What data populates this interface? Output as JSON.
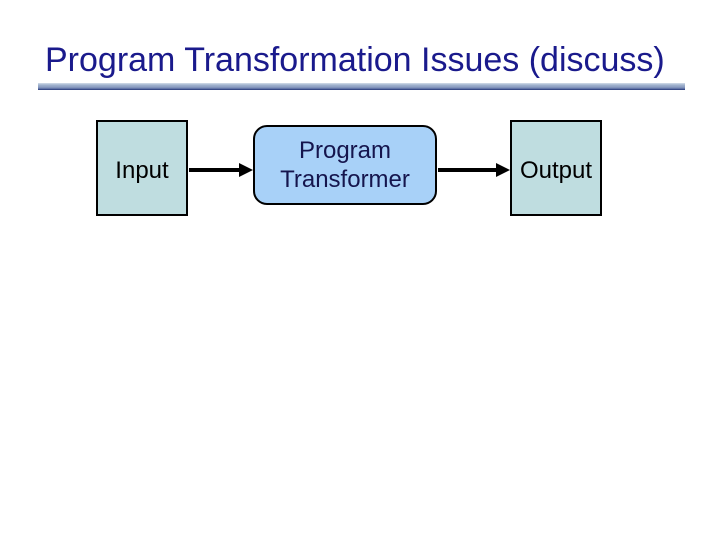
{
  "slide": {
    "title": "Program Transformation Issues (discuss)"
  },
  "diagram": {
    "input_label": "Input",
    "transformer_label_line1": "Program",
    "transformer_label_line2": "Transformer",
    "output_label": "Output"
  },
  "colors": {
    "background": "#ffffff",
    "title_text": "#1a1a8c",
    "rule_top": "#d4deea",
    "rule_mid1": "#9fb1cd",
    "rule_mid2": "#8a9cc0",
    "rule_mid3": "#54689f",
    "rule_bottom": "#1e3070",
    "io_box_fill": "#bfdde0",
    "transformer_box_fill": "#a8d1f8",
    "transformer_text": "#15154d",
    "box_border": "#000000",
    "arrow": "#000000"
  }
}
